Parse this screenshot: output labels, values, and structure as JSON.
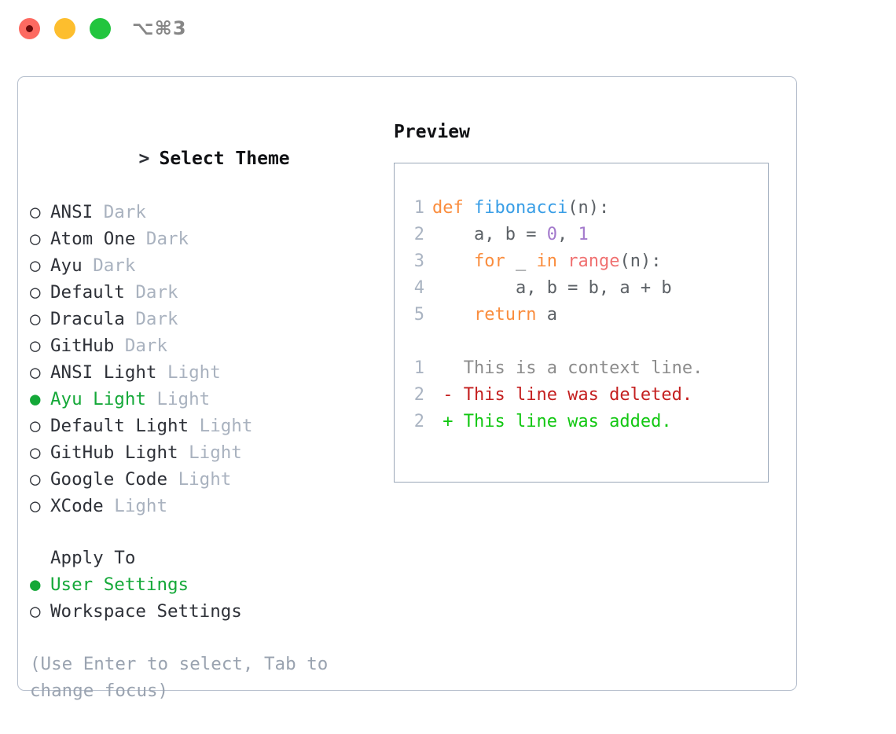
{
  "window": {
    "shortcut": "⌥⌘3",
    "traffic_lights": [
      {
        "name": "close",
        "color": "#fd6a61",
        "recording": true
      },
      {
        "name": "minimize",
        "color": "#fdbe2e",
        "recording": false
      },
      {
        "name": "maximize",
        "color": "#22c53e",
        "recording": false
      }
    ]
  },
  "accent": {
    "green": "#14a838",
    "muted": "#a9b2bf",
    "border": "#b6bfcd"
  },
  "theme_picker": {
    "header_marker": "> ",
    "header": "Select Theme",
    "marker_unselected": "○",
    "marker_selected": "●",
    "items": [
      {
        "name": "ANSI",
        "variant": "Dark",
        "selected": false
      },
      {
        "name": "Atom One",
        "variant": "Dark",
        "selected": false
      },
      {
        "name": "Ayu",
        "variant": "Dark",
        "selected": false
      },
      {
        "name": "Default",
        "variant": "Dark",
        "selected": false
      },
      {
        "name": "Dracula",
        "variant": "Dark",
        "selected": false
      },
      {
        "name": "GitHub",
        "variant": "Dark",
        "selected": false
      },
      {
        "name": "ANSI Light",
        "variant": "Light",
        "selected": false
      },
      {
        "name": "Ayu Light",
        "variant": "Light",
        "selected": true
      },
      {
        "name": "Default Light",
        "variant": "Light",
        "selected": false
      },
      {
        "name": "GitHub Light",
        "variant": "Light",
        "selected": false
      },
      {
        "name": "Google Code",
        "variant": "Light",
        "selected": false
      },
      {
        "name": "XCode",
        "variant": "Light",
        "selected": false
      }
    ]
  },
  "apply_to": {
    "title": "Apply To",
    "items": [
      {
        "label": "User Settings",
        "selected": true
      },
      {
        "label": "Workspace Settings",
        "selected": false
      }
    ]
  },
  "hint": "(Use Enter to select, Tab to change focus)",
  "preview": {
    "title": "Preview",
    "code": [
      {
        "num": "1",
        "tokens": [
          {
            "t": "def",
            "c": "kw"
          },
          {
            "t": " ",
            "c": "pln"
          },
          {
            "t": "fibonacci",
            "c": "fn"
          },
          {
            "t": "(n):",
            "c": "punc"
          }
        ]
      },
      {
        "num": "2",
        "tokens": [
          {
            "t": "    a, b = ",
            "c": "pln"
          },
          {
            "t": "0",
            "c": "num"
          },
          {
            "t": ", ",
            "c": "pln"
          },
          {
            "t": "1",
            "c": "num"
          }
        ]
      },
      {
        "num": "3",
        "tokens": [
          {
            "t": "    ",
            "c": "pln"
          },
          {
            "t": "for",
            "c": "kw"
          },
          {
            "t": " _ ",
            "c": "pln"
          },
          {
            "t": "in",
            "c": "kw"
          },
          {
            "t": " ",
            "c": "pln"
          },
          {
            "t": "range",
            "c": "blt"
          },
          {
            "t": "(n):",
            "c": "punc"
          }
        ]
      },
      {
        "num": "4",
        "tokens": [
          {
            "t": "        a, b = b, a + b",
            "c": "pln"
          }
        ]
      },
      {
        "num": "5",
        "tokens": [
          {
            "t": "    ",
            "c": "pln"
          },
          {
            "t": "return",
            "c": "kw"
          },
          {
            "t": " a",
            "c": "pln"
          }
        ]
      }
    ],
    "diff": [
      {
        "num": "1",
        "sign": " ",
        "text": "This is a context line.",
        "kind": "d-ctx"
      },
      {
        "num": "2",
        "sign": "-",
        "text": "This line was deleted.",
        "kind": "d-del"
      },
      {
        "num": "2",
        "sign": "+",
        "text": "This line was added.",
        "kind": "d-add"
      }
    ]
  }
}
